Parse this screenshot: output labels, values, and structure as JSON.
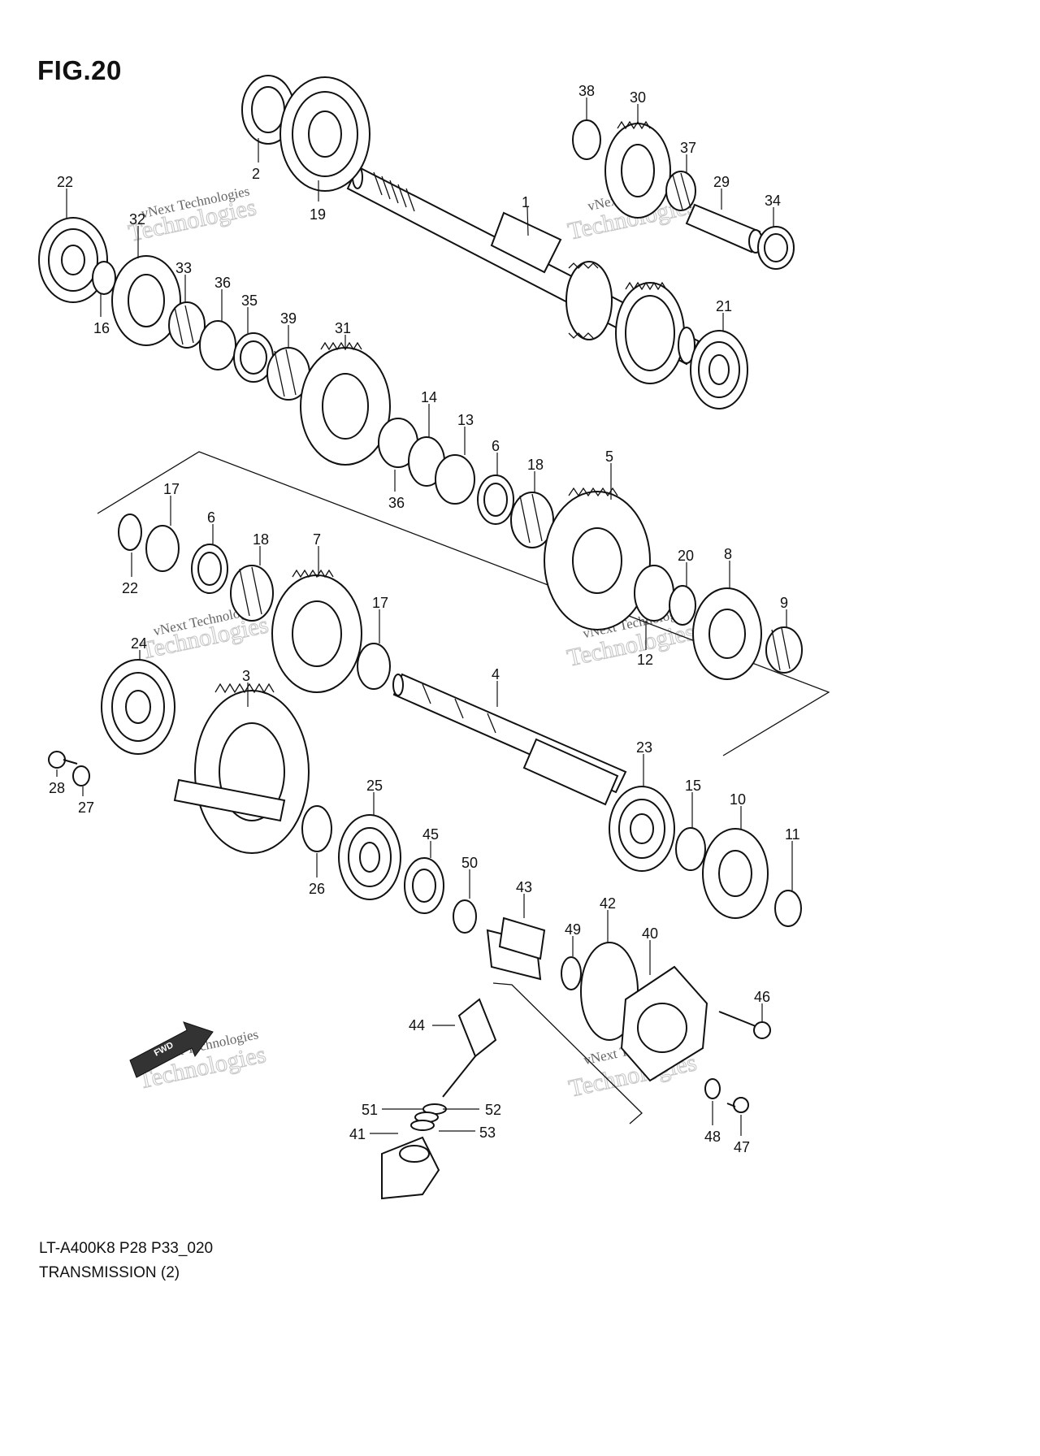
{
  "figure": {
    "title": "FIG.20",
    "model_code": "LT-A400K8 P28 P33_020",
    "section_title": "TRANSMISSION (2)"
  },
  "watermark": {
    "line1": "vNext Technologies",
    "line2": "Technologies"
  },
  "fwd_arrow": {
    "label": "FWD"
  },
  "callouts": [
    "1",
    "2",
    "3",
    "4",
    "5",
    "6",
    "6",
    "7",
    "8",
    "9",
    "10",
    "11",
    "12",
    "13",
    "14",
    "15",
    "16",
    "17",
    "17",
    "18",
    "18",
    "19",
    "20",
    "21",
    "22",
    "22",
    "23",
    "24",
    "25",
    "26",
    "27",
    "28",
    "29",
    "30",
    "31",
    "32",
    "33",
    "34",
    "35",
    "36",
    "36",
    "37",
    "38",
    "39",
    "40",
    "41",
    "42",
    "43",
    "44",
    "45",
    "46",
    "47",
    "48",
    "49",
    "50",
    "51",
    "52",
    "53"
  ]
}
